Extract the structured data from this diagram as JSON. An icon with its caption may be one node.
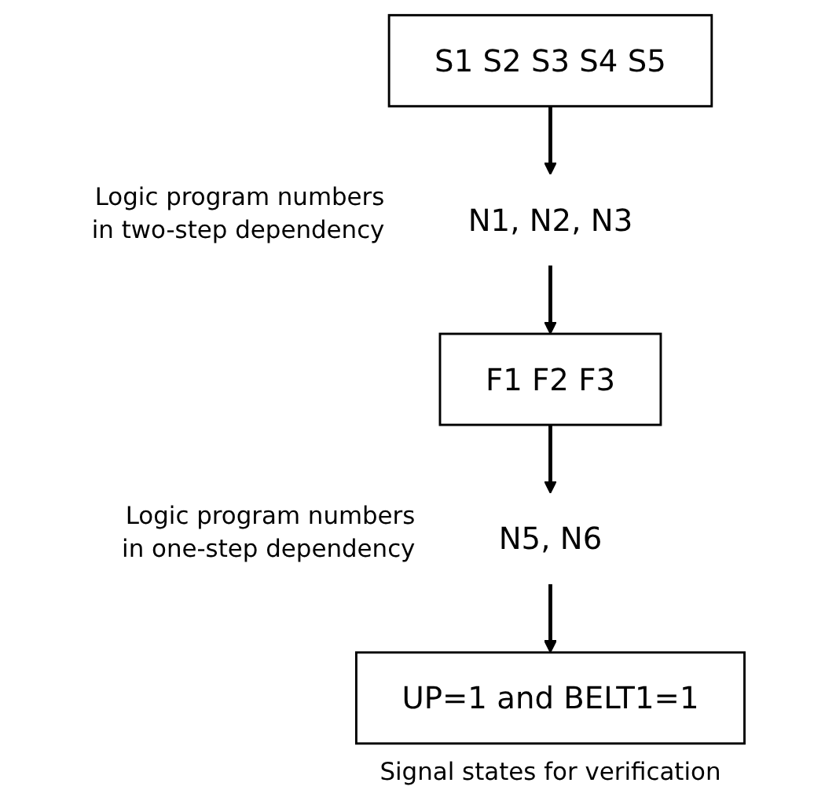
{
  "diagram": {
    "nodes": [
      {
        "text": [
          "S1  S2  S3  S4  S5"
        ]
      },
      {
        "text": [
          "N1, N2, N3"
        ],
        "beside": [
          "Logic program numbers in two-step dependency"
        ]
      },
      {
        "text": [
          "F1  F2  F3"
        ]
      },
      {
        "text": [
          "N5, N6"
        ],
        "beside": [
          "Logic program numbers in one-step dependency"
        ]
      },
      {
        "text": [
          "UP=1 and BELT1=1"
        ],
        "beside": [
          "Signal states for verification"
        ]
      }
    ],
    "edges": [
      {
        "from": 0,
        "to": 1,
        "arrow": "to"
      },
      {
        "from": 1,
        "to": 2,
        "arrow": "to"
      },
      {
        "from": 2,
        "to": 3,
        "arrow": "to"
      },
      {
        "from": 3,
        "to": 4,
        "arrow": "to"
      }
    ]
  }
}
